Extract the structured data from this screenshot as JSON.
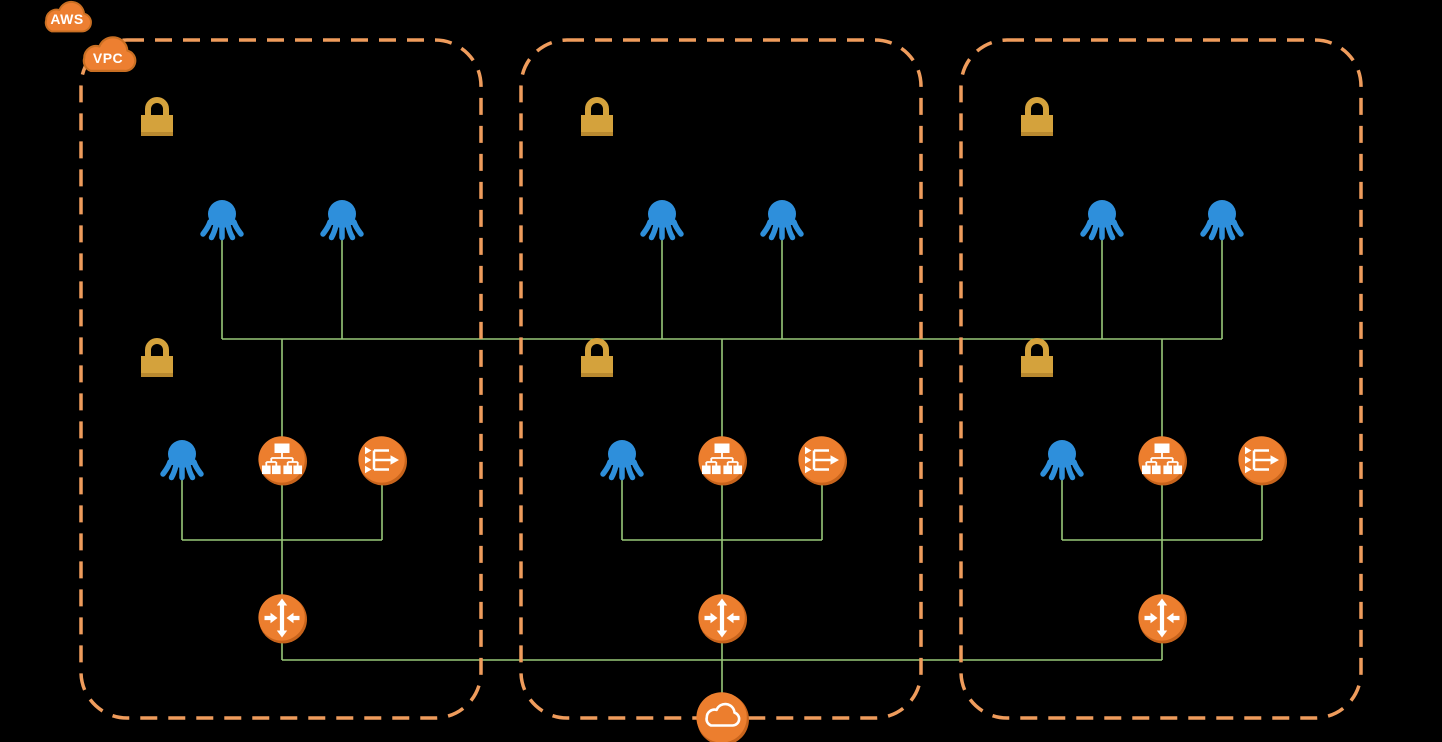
{
  "diagram": {
    "badges": {
      "aws": "AWS",
      "vpc": "VPC"
    },
    "colors": {
      "background": "#000000",
      "orange": "#EC7E2E",
      "orange_shadow": "#C8641C",
      "border_orange": "#EF9C5C",
      "gold": "#D4A23C",
      "gold_shadow": "#B9892F",
      "blue": "#2E8FDB",
      "green_line": "#98C878",
      "white": "#FFFFFF",
      "badge_orange": "#ED7F31",
      "badge_outline": "#C96F23"
    },
    "zones": [
      {
        "id": "vpc-zone-1",
        "nodes": [
          {
            "id": "lock-top",
            "icon": "lock-icon"
          },
          {
            "id": "octopus-top-left",
            "icon": "octopus-icon"
          },
          {
            "id": "octopus-top-right",
            "icon": "octopus-icon"
          },
          {
            "id": "lock-middle",
            "icon": "lock-icon"
          },
          {
            "id": "octopus-middle",
            "icon": "octopus-icon"
          },
          {
            "id": "cluster",
            "icon": "cluster-tree-icon"
          },
          {
            "id": "balancer",
            "icon": "load-balancer-icon"
          },
          {
            "id": "router",
            "icon": "router-icon"
          }
        ]
      },
      {
        "id": "vpc-zone-2",
        "nodes": [
          {
            "id": "lock-top",
            "icon": "lock-icon"
          },
          {
            "id": "octopus-top-left",
            "icon": "octopus-icon"
          },
          {
            "id": "octopus-top-right",
            "icon": "octopus-icon"
          },
          {
            "id": "lock-middle",
            "icon": "lock-icon"
          },
          {
            "id": "octopus-middle",
            "icon": "octopus-icon"
          },
          {
            "id": "cluster",
            "icon": "cluster-tree-icon"
          },
          {
            "id": "balancer",
            "icon": "load-balancer-icon"
          },
          {
            "id": "router",
            "icon": "router-icon"
          }
        ]
      },
      {
        "id": "vpc-zone-3",
        "nodes": [
          {
            "id": "lock-top",
            "icon": "lock-icon"
          },
          {
            "id": "octopus-top-left",
            "icon": "octopus-icon"
          },
          {
            "id": "octopus-top-right",
            "icon": "octopus-icon"
          },
          {
            "id": "lock-middle",
            "icon": "lock-icon"
          },
          {
            "id": "octopus-middle",
            "icon": "octopus-icon"
          },
          {
            "id": "cluster",
            "icon": "cluster-tree-icon"
          },
          {
            "id": "balancer",
            "icon": "load-balancer-icon"
          },
          {
            "id": "router",
            "icon": "router-icon"
          }
        ]
      }
    ],
    "shared_nodes": [
      {
        "id": "internet-gateway",
        "icon": "internet-gateway-icon"
      }
    ]
  }
}
